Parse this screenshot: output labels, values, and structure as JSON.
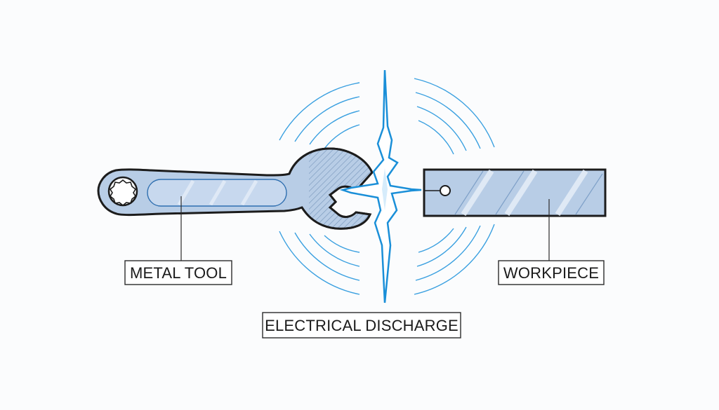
{
  "labels": {
    "tool": "METAL TOOL",
    "discharge": "ELECTRICAL DISCHARGE",
    "workpiece": "WORKPIECE"
  },
  "colors": {
    "background": "#fbfcfd",
    "metal_fill": "#b8cde6",
    "outline": "#1c1c1c",
    "spark": "#1a8fd8",
    "field_waves": "#3aa0e0"
  },
  "icons": {
    "tool": "wrench-icon",
    "spark": "lightning-spark-icon",
    "workpiece": "metal-bar-icon"
  }
}
